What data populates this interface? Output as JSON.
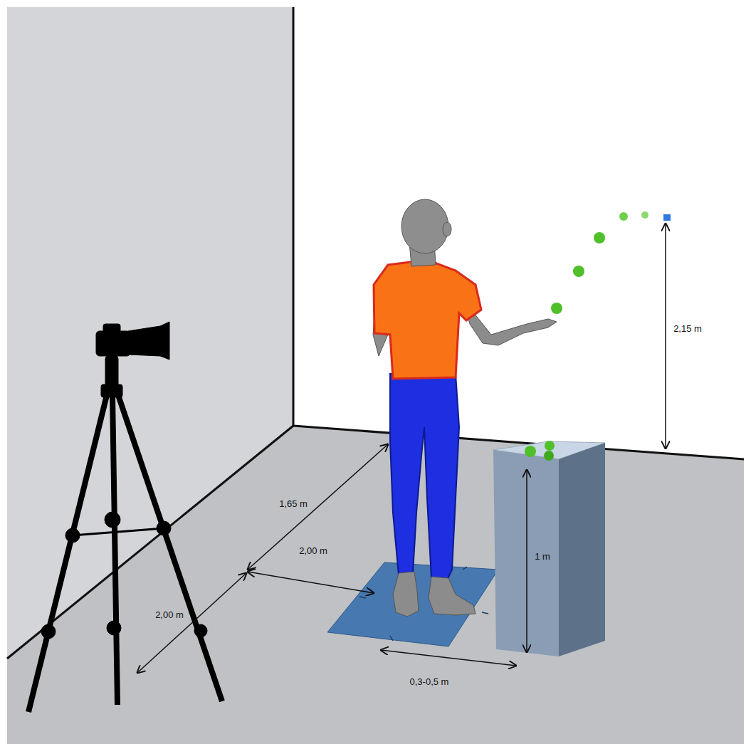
{
  "diagram": {
    "labels": [
      "2,15 m",
      "1,65 m",
      "2,00 m",
      "1 m",
      "2,00 m",
      "0,3-0,5 m"
    ]
  }
}
